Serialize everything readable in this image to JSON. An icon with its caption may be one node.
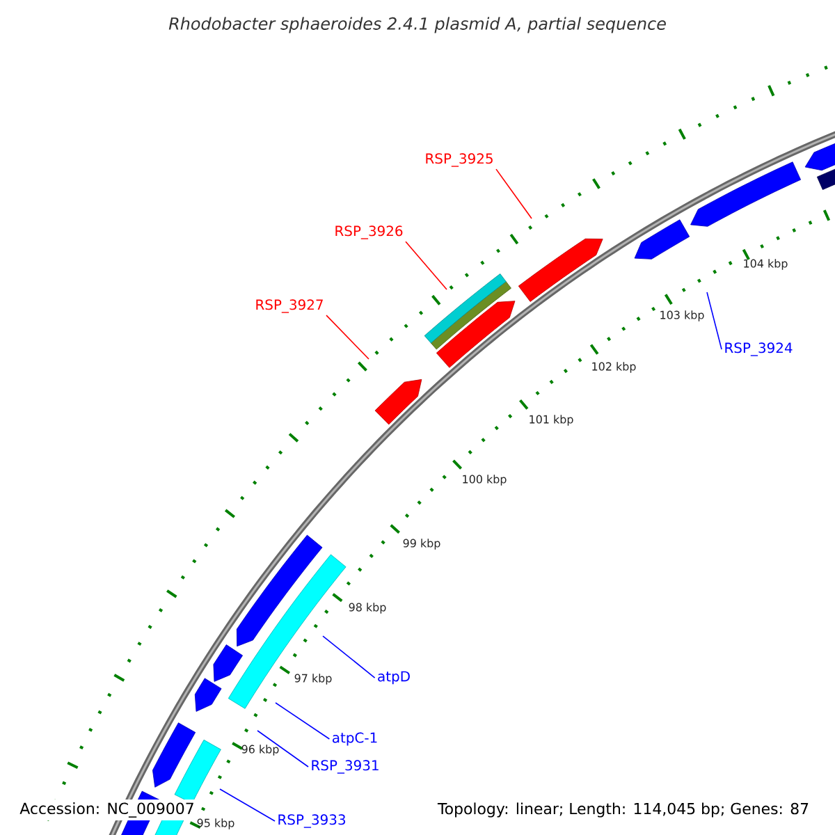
{
  "diagram": {
    "title": "Rhodobacter sphaeroides 2.4.1 plasmid A, partial sequence",
    "nodes": [
      {
        "text": [
          "RSP_3925"
        ]
      },
      {
        "text": [
          "RSP_3926"
        ]
      },
      {
        "text": [
          "RSP_3927"
        ]
      },
      {
        "text": [
          "RSP_3924"
        ]
      },
      {
        "text": [
          "atpD"
        ]
      },
      {
        "text": [
          "atpC-1"
        ]
      },
      {
        "text": [
          "RSP_3931"
        ]
      },
      {
        "text": [
          "RSP_3933"
        ]
      }
    ],
    "edges": [
      {
        "from": 0,
        "to": null,
        "arrow": "none",
        "color": "#ff0000"
      },
      {
        "from": 1,
        "to": null,
        "arrow": "none",
        "color": "#ff0000"
      },
      {
        "from": 2,
        "to": null,
        "arrow": "none",
        "color": "#ff0000"
      },
      {
        "from": 3,
        "to": null,
        "arrow": "none"
      },
      {
        "from": 4,
        "to": null,
        "arrow": "none"
      },
      {
        "from": 5,
        "to": null,
        "arrow": "none"
      },
      {
        "from": 6,
        "to": null,
        "arrow": "none"
      },
      {
        "from": 7,
        "to": null,
        "arrow": "none"
      }
    ],
    "labels": [
      "104 kbp",
      "103 kbp",
      "102 kbp",
      "101 kbp",
      "100 kbp",
      "99 kbp",
      "98 kbp",
      "97 kbp",
      "96 kbp",
      "95 kbp",
      "Accession: NC_009007",
      "Topology: linear; Length: 114,045 bp; Genes: 87"
    ]
  }
}
